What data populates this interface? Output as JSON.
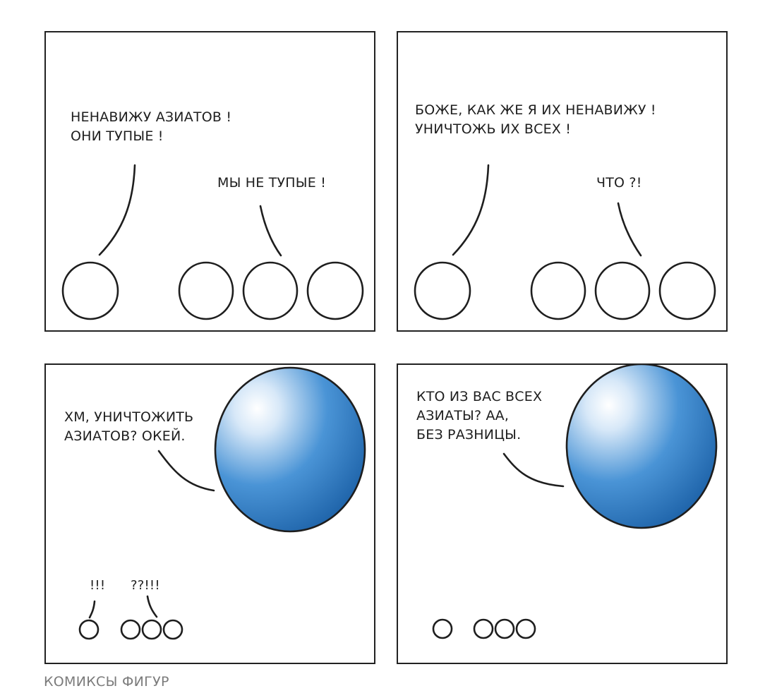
{
  "colors": {
    "stroke": "#1e1e1e",
    "ball": "#2b7cc6",
    "ball_dark": "#1d62a8",
    "highlight": "#ffffff",
    "credit": "#7b7b7b"
  },
  "panels": [
    {
      "lines": [
        {
          "speaker": "big-circle",
          "text": "НЕНАВИЖУ АЗИАТОВ !\nОНИ ТУПЫЕ !"
        },
        {
          "speaker": "small-circles",
          "text": "МЫ НЕ ТУПЫЕ !"
        }
      ]
    },
    {
      "lines": [
        {
          "speaker": "big-circle",
          "text": "БОЖЕ, КАК ЖЕ Я ИХ НЕНАВИЖУ !\nУНИЧТОЖЬ ИХ ВСЕХ !"
        },
        {
          "speaker": "small-circles",
          "text": "ЧТО ?!"
        }
      ]
    },
    {
      "lines": [
        {
          "speaker": "blue-sphere",
          "text": "ХМ, УНИЧТОЖИТЬ\nАЗИАТОВ? ОКЕЙ."
        },
        {
          "speaker": "single-circle",
          "text": "!!!"
        },
        {
          "speaker": "circle-group",
          "text": "??!!!"
        }
      ]
    },
    {
      "lines": [
        {
          "speaker": "blue-sphere",
          "text": "КТО ИЗ ВАС ВСЕХ\nАЗИАТЫ? АА,\nБЕЗ РАЗНИЦЫ."
        }
      ]
    }
  ],
  "credit": "КОМИКСЫ ФИГУР"
}
